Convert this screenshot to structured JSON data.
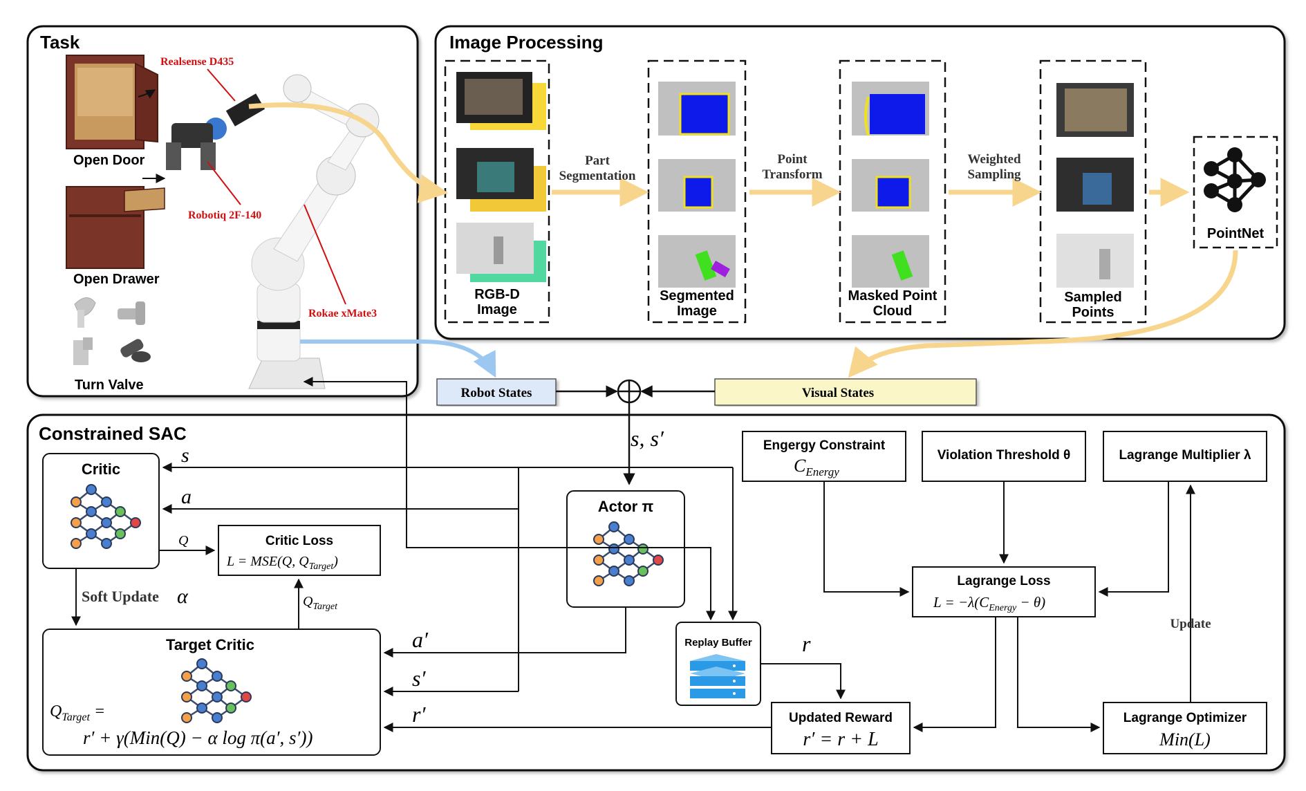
{
  "task": {
    "title": "Task",
    "open_door": "Open Door",
    "open_drawer": "Open Drawer",
    "turn_valve": "Turn Valve",
    "label_camera": "Realsense D435",
    "label_gripper": "Robotiq 2F-140",
    "label_arm": "Rokae xMate3"
  },
  "image_processing": {
    "title": "Image Processing",
    "rgbd_label": [
      "RGB-D",
      "Image"
    ],
    "segmented_label": [
      "Segmented",
      "Image"
    ],
    "masked_label": [
      "Masked Point",
      "Cloud"
    ],
    "sampled_label": [
      "Sampled",
      "Points"
    ],
    "part_segmentation": [
      "Part",
      "Segmentation"
    ],
    "point_transform": [
      "Point",
      "Transform"
    ],
    "weighted_sampling": [
      "Weighted",
      "Sampling"
    ],
    "pointnet": "PointNet"
  },
  "states": {
    "robot_states": "Robot States",
    "visual_states": "Visual States",
    "s_sprime": "s, s′"
  },
  "sac": {
    "title": "Constrained SAC",
    "critic": "Critic",
    "critic_loss_title": "Critic Loss",
    "critic_loss_formula": "L = MSE(Q, Q",
    "critic_loss_sub": "Target",
    "actor": "Actor π",
    "target_critic": "Target Critic",
    "q_target_eq_1": "Q",
    "q_target_eq_sub": "Target",
    "q_target_eq_2": " =",
    "q_target_formula": "r′ + γ(Min(Q) − α log π(a′, s′))",
    "soft_update": "Soft Update",
    "alpha": "α",
    "replay_buffer": "Replay Buffer",
    "updated_reward": "Updated Reward",
    "updated_reward_formula": "r′ = r + L",
    "energy_constraint": "Engergy Constraint",
    "energy_c": "C",
    "energy_sub": "Energy",
    "violation_threshold": "Violation Threshold θ",
    "lagrange_multiplier": "Lagrange Multiplier λ",
    "lagrange_loss": "Lagrange Loss",
    "lagrange_loss_formula_a": "L = −λ(C",
    "lagrange_loss_formula_sub": "Energy",
    "lagrange_loss_formula_b": " − θ)",
    "lagrange_optimizer": "Lagrange Optimizer",
    "lagrange_optimizer_formula": "Min(L)",
    "update": "Update",
    "sym_s": "s",
    "sym_a": "a",
    "sym_Q": "Q",
    "sym_qt": "Q",
    "sym_qt_sub": "Target",
    "sym_a_prime": "a′",
    "sym_s_prime": "s′",
    "sym_r_prime": "r′",
    "sym_r": "r"
  },
  "colors": {
    "yellow_arrow": "#f7d58c",
    "blue_arrow": "#9cc7f0",
    "robot_states_fill": "#dde9f8",
    "visual_states_fill": "#fbf6c8",
    "red_label": "#d01010",
    "node_orange": "#f4a04a",
    "node_blue": "#4a7fd0",
    "node_green": "#6ac05a",
    "node_red": "#e04848",
    "buffer_blue": "#2a9ae6"
  }
}
